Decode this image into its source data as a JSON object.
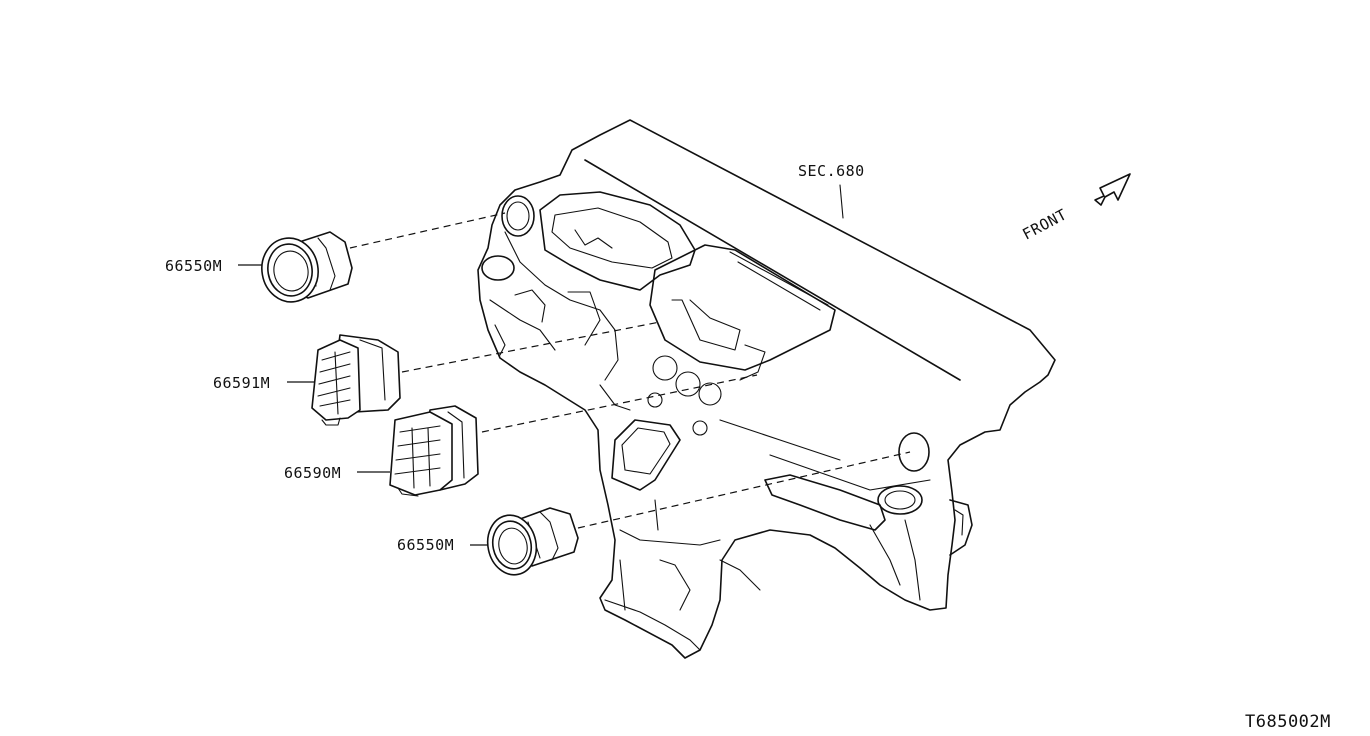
{
  "callouts": {
    "section_ref": "SEC.680",
    "front_indicator": "FRONT",
    "part_vent_upper_left": "66550M",
    "part_vent_center_left": "66591M",
    "part_vent_center_right": "66590M",
    "part_vent_lower_side": "66550M"
  },
  "figure_id": "T685002M",
  "colors": {
    "line": "#111111",
    "background": "#ffffff"
  }
}
